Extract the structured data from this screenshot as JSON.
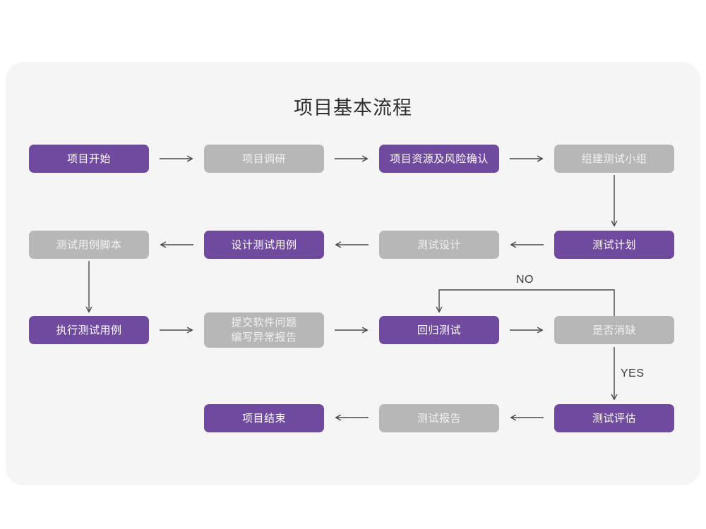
{
  "page": {
    "title": "项目基本流程",
    "background_color": "#ffffff",
    "card_color": "#f5f5f5"
  },
  "colors": {
    "purple": "#6f4a9e",
    "gray": "#b7b7b7",
    "purple_text": "#ffffff",
    "gray_text": "#f2f2f2",
    "arrow": "#4a4a4a",
    "title_text": "#2e2e2e"
  },
  "nodes": [
    {
      "id": "n1",
      "label": "项目开始",
      "style": "purple"
    },
    {
      "id": "n2",
      "label": "项目调研",
      "style": "gray"
    },
    {
      "id": "n3",
      "label": "项目资源及风险确认",
      "style": "purple"
    },
    {
      "id": "n4",
      "label": "组建测试小组",
      "style": "gray"
    },
    {
      "id": "n5",
      "label": "测试用例脚本",
      "style": "gray"
    },
    {
      "id": "n6",
      "label": "设计测试用例",
      "style": "purple"
    },
    {
      "id": "n7",
      "label": "测试设计",
      "style": "gray"
    },
    {
      "id": "n8",
      "label": "测试计划",
      "style": "purple"
    },
    {
      "id": "n9",
      "label": "执行测试用例",
      "style": "purple"
    },
    {
      "id": "n10",
      "label": "提交软件问题",
      "label2": "编写异常报告",
      "style": "gray"
    },
    {
      "id": "n11",
      "label": "回归测试",
      "style": "purple"
    },
    {
      "id": "n12",
      "label": "是否消缺",
      "style": "gray"
    },
    {
      "id": "n13",
      "label": "项目结束",
      "style": "purple"
    },
    {
      "id": "n14",
      "label": "测试报告",
      "style": "gray"
    },
    {
      "id": "n15",
      "label": "测试评估",
      "style": "purple"
    }
  ],
  "edge_labels": {
    "no": "NO",
    "yes": "YES"
  }
}
